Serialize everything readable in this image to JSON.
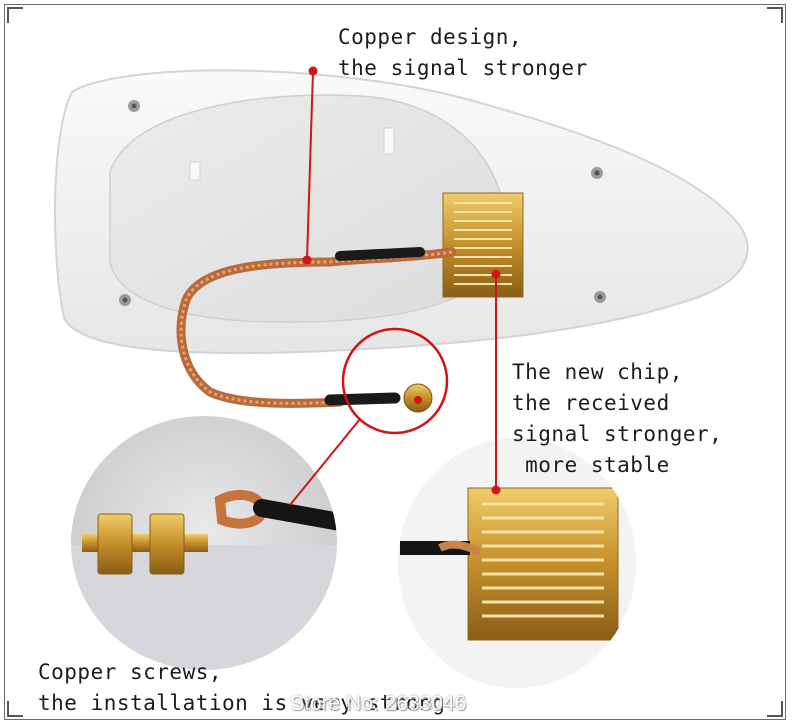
{
  "labels": {
    "copper_design": "Copper design,\nthe signal stronger",
    "new_chip": "The new chip,\nthe received\nsignal stronger,\n more stable",
    "copper_screws": "Copper screws,\nthe installation is very strong"
  },
  "watermark": "Store No: 2633046",
  "colors": {
    "callout_line": "#d11414",
    "copper": "#c8804a",
    "gold_chip": "#d8b25a",
    "housing": "#f2f2f2"
  }
}
